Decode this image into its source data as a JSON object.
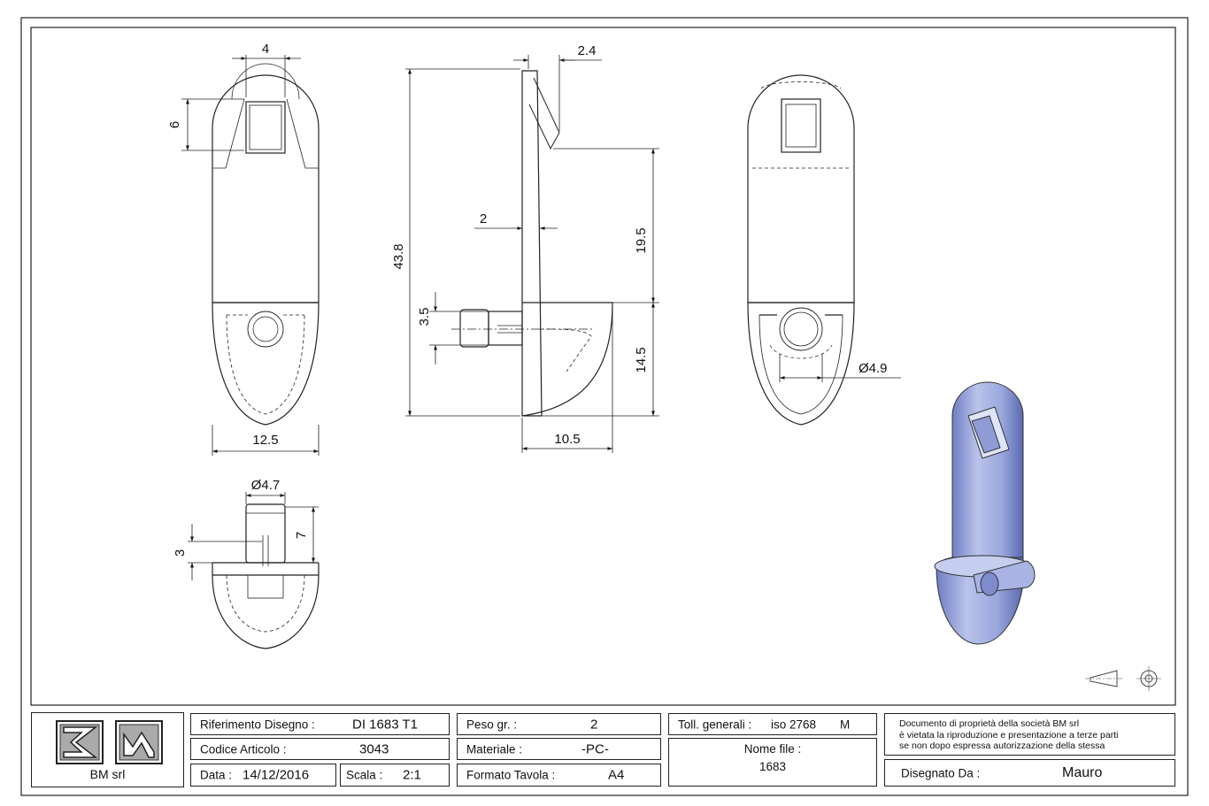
{
  "dimensions": {
    "slot_width": "4",
    "slot_height": "6",
    "total_height": "43.8",
    "top_thickness": "2.4",
    "wall_thickness": "2",
    "upper_height": "19.5",
    "pin_diameter_side": "3.5",
    "lower_height": "14.5",
    "depth": "10.5",
    "width": "12.5",
    "hole_diameter": "Ø4.9",
    "pin_diameter": "Ø4.7",
    "pin_small": "3",
    "pin_length": "7"
  },
  "title_block": {
    "company": "BM srl",
    "drawing_ref_label": "Riferimento Disegno :",
    "drawing_ref_value": "DI 1683 T1",
    "article_label": "Codice Articolo :",
    "article_value": "3043",
    "date_label": "Data :",
    "date_value": "14/12/2016",
    "scale_label": "Scala :",
    "scale_value": "2:1",
    "weight_label": "Peso gr. :",
    "weight_value": "2",
    "material_label": "Materiale :",
    "material_value": "-PC-",
    "format_label": "Formato Tavola :",
    "format_value": "A4",
    "tolerance_label": "Toll. generali :",
    "tolerance_value": "iso 2768",
    "tolerance_class": "M",
    "filename_label": "Nome file :",
    "filename_value": "1683",
    "notice_line1": "Documento di proprietà della società BM srl",
    "notice_line2": "è vietata la riproduzione e presentazione a terze parti",
    "notice_line3": "se non dopo espressa autorizzazione della stessa",
    "drawn_by_label": "Disegnato Da :",
    "drawn_by_value": "Mauro"
  }
}
